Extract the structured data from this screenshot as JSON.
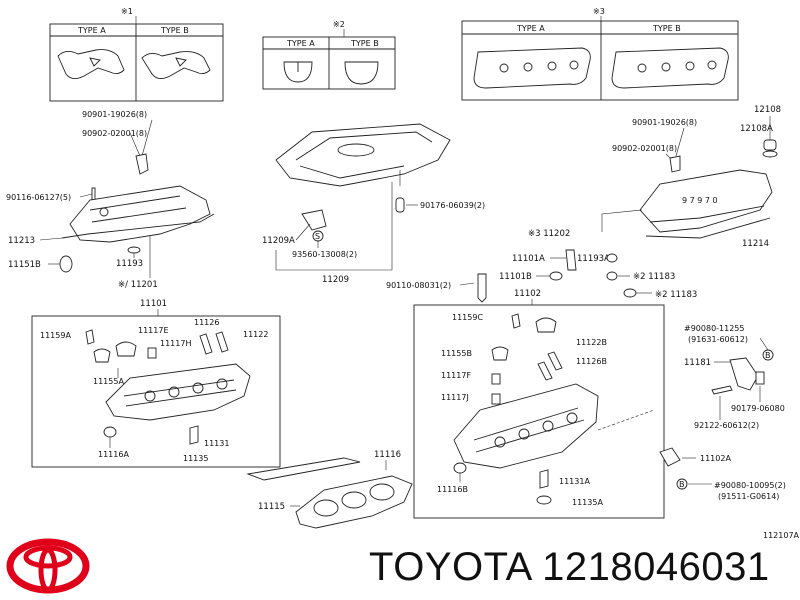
{
  "insets": {
    "inset1": {
      "marker": "※1",
      "type_a": "TYPE A",
      "type_b": "TYPE B"
    },
    "inset2": {
      "marker": "※2",
      "type_a": "TYPE A",
      "type_b": "TYPE B"
    },
    "inset3": {
      "marker": "※3",
      "type_a": "TYPE A",
      "type_b": "TYPE B"
    }
  },
  "labels": {
    "p90901_19026_l": "90901-19026(8)",
    "p90902_02001_l": "90902-02001(8)",
    "p90116_06127": "90116-06127(5)",
    "p11213": "11213",
    "p11151b": "11151B",
    "p11193_l": "11193",
    "p11201": "※/ 11201",
    "p11209a": "11209A",
    "p93560": "93560-13008(2)",
    "p11209": "11209",
    "p90176": "90176-06039(2)",
    "p90901_19026_r": "90901-19026(8)",
    "p90902_02001_r": "90902-02001(8)",
    "p12108": "12108",
    "p12108a": "12108A",
    "p11202": "※3 11202",
    "p11214": "11214",
    "p11101a": "11101A",
    "p11101b": "11101B",
    "p11193a": "11193A",
    "p11183_1": "※2 11183",
    "p11183_2": "※2 11183",
    "p90110": "90110-08031(2)",
    "p11101": "11101",
    "p11102": "11102",
    "p11159a": "11159A",
    "p11117e": "11117E",
    "p11117h": "11117H",
    "p11126_l": "11126",
    "p11122_l": "11122",
    "p11155a": "11155A",
    "p11116a": "11116A",
    "p11135_l": "11135",
    "p11131_l": "11131",
    "p11159c": "11159C",
    "p11155b": "11155B",
    "p11122b": "11122B",
    "p11126b": "11126B",
    "p11117f": "11117F",
    "p11117j": "11117J",
    "p11116b": "11116B",
    "p11131a": "11131A",
    "p11135a": "11135A",
    "p90080_11255": "#90080-11255",
    "p91631": "(91631-60612)",
    "p11181": "11181",
    "p90179": "90179-06080",
    "p92122": "92122-60612(2)",
    "p11102a": "11102A",
    "p90080_10095": "#90080-10095(2)",
    "p91511": "(91511-G0614)",
    "p11116": "11116",
    "p11115": "11115",
    "figure_code": "112107A"
  },
  "brand": {
    "name": "TOYOTA 1218046031",
    "logo_color": "#e0001a"
  }
}
